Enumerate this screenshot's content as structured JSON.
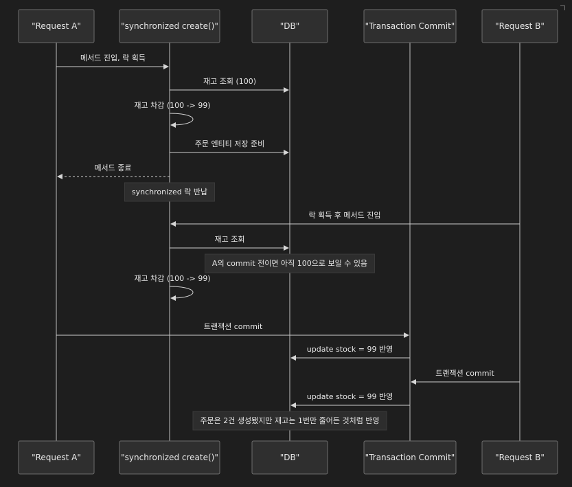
{
  "participants": [
    {
      "id": "a",
      "label": "\"Request A\""
    },
    {
      "id": "s",
      "label": "\"synchronized create()\""
    },
    {
      "id": "db",
      "label": "\"DB\""
    },
    {
      "id": "tc",
      "label": "\"Transaction Commit\""
    },
    {
      "id": "b",
      "label": "\"Request B\""
    }
  ],
  "messages": [
    {
      "from": "a",
      "to": "s",
      "label": "메서드 진입, 락 획득",
      "style": "solid"
    },
    {
      "from": "s",
      "to": "db",
      "label": "재고 조회 (100)",
      "style": "solid"
    },
    {
      "from": "s",
      "to": "s",
      "label": "재고 차감 (100 -> 99)",
      "style": "self"
    },
    {
      "from": "s",
      "to": "db",
      "label": "주문 엔티티 저장 준비",
      "style": "solid"
    },
    {
      "from": "s",
      "to": "a",
      "label": "메서드 종료",
      "style": "dashed"
    },
    {
      "note": "synchronized 락 반납",
      "over": "s"
    },
    {
      "from": "b",
      "to": "s",
      "label": "락 획득 후 메서드 진입",
      "style": "solid"
    },
    {
      "from": "s",
      "to": "db",
      "label": "재고 조회",
      "style": "solid"
    },
    {
      "note": "A의 commit 전이면 아직 100으로 보일 수 있음",
      "over": "db"
    },
    {
      "from": "s",
      "to": "s",
      "label": "재고 차감 (100 -> 99)",
      "style": "self"
    },
    {
      "from": "a",
      "to": "tc",
      "label": "트랜잭션 commit",
      "style": "solid"
    },
    {
      "from": "tc",
      "to": "db",
      "label": "update stock = 99 반영",
      "style": "solid"
    },
    {
      "from": "b",
      "to": "tc",
      "label": "트랜잭션 commit",
      "style": "solid"
    },
    {
      "from": "tc",
      "to": "db",
      "label": "update stock = 99 반영",
      "style": "solid"
    },
    {
      "note": "주문은 2건 생성됐지만 재고는 1번만 줄어든 것처럼 반영",
      "over": "db"
    }
  ]
}
